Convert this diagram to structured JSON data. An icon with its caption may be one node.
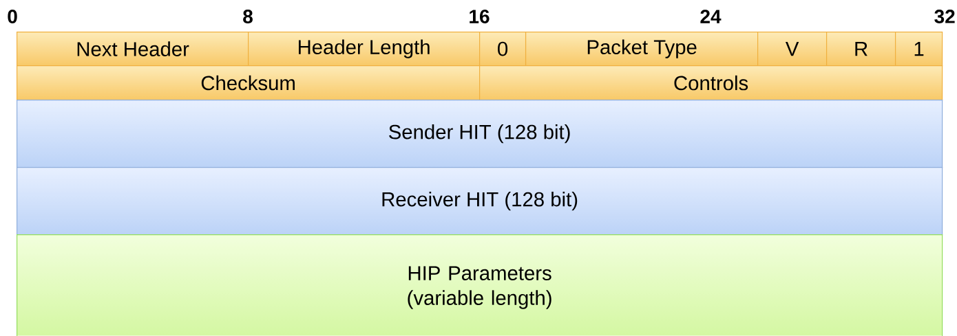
{
  "diagram": {
    "nodes": [
      {
        "text": [
          "Next Header"
        ]
      },
      {
        "text": [
          "Header Length"
        ]
      },
      {
        "text": [
          "0"
        ]
      },
      {
        "text": [
          "Packet Type"
        ]
      },
      {
        "text": [
          "V"
        ]
      },
      {
        "text": [
          "R"
        ]
      },
      {
        "text": [
          "1"
        ]
      },
      {
        "text": [
          "Checksum"
        ]
      },
      {
        "text": [
          "Controls"
        ]
      },
      {
        "text": [
          "Sender HIT (128 bit)"
        ]
      },
      {
        "text": [
          "Receiver HIT (128 bit)"
        ]
      },
      {
        "text": [
          "HIP Parameters (variable length)"
        ]
      }
    ],
    "labels": [
      "0",
      "8",
      "16",
      "24",
      "32"
    ]
  }
}
